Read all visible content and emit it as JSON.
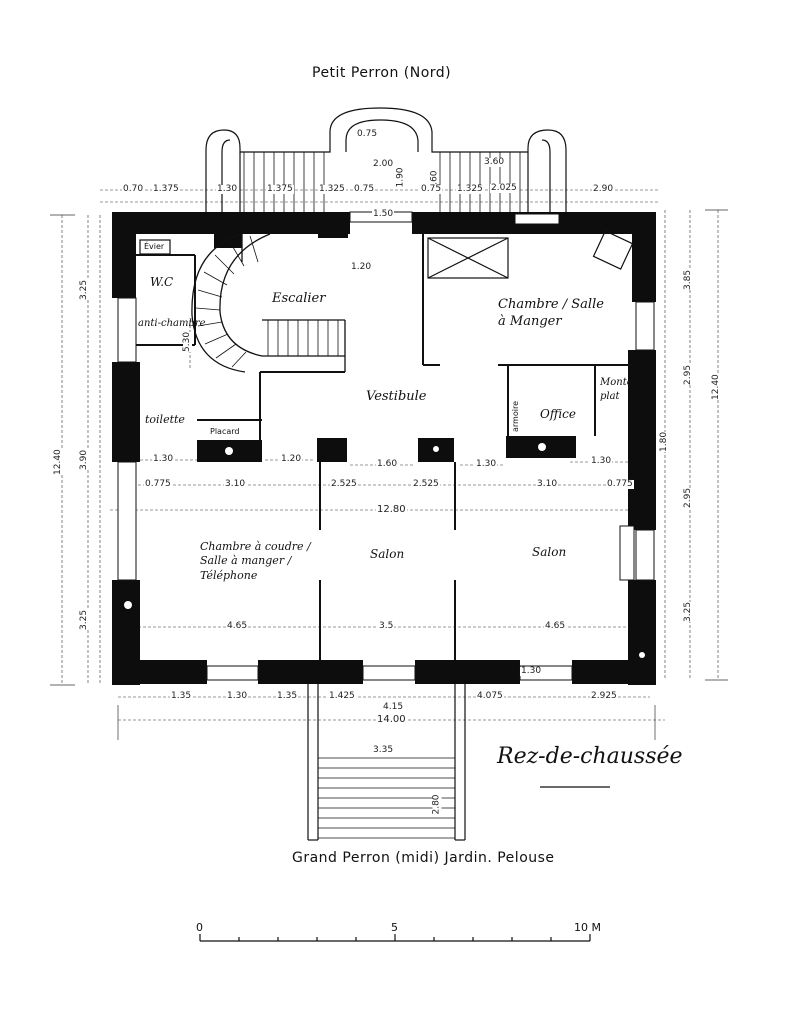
{
  "plan": {
    "north_label": "Petit Perron (Nord)",
    "south_label": "Grand Perron (midi) Jardin. Pelouse",
    "level_label": "Rez-de-chaussée",
    "scale": {
      "ticks": [
        "0",
        "5",
        "10 M"
      ]
    }
  },
  "rooms": {
    "escalier": "Escalier",
    "vestibule": "Vestibule",
    "chambre_salle": "Chambre / Salle à Manger",
    "wc": "W.C",
    "anti_chambre": "anti-chambre",
    "evier": "Évier",
    "toilette": "toilette",
    "placard": "Placard",
    "armoire": "armoire",
    "office": "Office",
    "monte_plat": "Monte plat",
    "salon_center": "Salon",
    "salon_right": "Salon",
    "chambre_left": "Chambre à coudre / Salle à manger / Téléphone"
  },
  "dimensions": {
    "top_row": [
      "0.70",
      "1.375",
      "1.30",
      "1.375",
      "1.325",
      "0.75",
      "2.00",
      "0.75",
      "1.325",
      "2.90"
    ],
    "width_total": "12.80",
    "bottom_total": "14.00",
    "mid_row": [
      "0.775",
      "3.10",
      "2.525",
      "2.525",
      "3.10",
      "0.775"
    ],
    "salon_row": [
      "4.65",
      "3.5",
      "4.65"
    ],
    "openings": [
      "1.30",
      "1.20",
      "1.60",
      "1.30",
      "1.30"
    ],
    "bottom_row": [
      "1.35",
      "1.30",
      "1.35",
      "1.425",
      "4.075",
      "2.925"
    ],
    "height_left": [
      "3.25",
      "3.90",
      "3.25"
    ],
    "height_total": "12.40",
    "height_right": [
      "3.85",
      "2.95",
      "2.95",
      "3.25"
    ],
    "stair_width": "3.35",
    "stair_depth": "2.80",
    "north_stair": [
      "1.50",
      "1.90",
      "0.75",
      "1.60",
      "3.60",
      "2.025"
    ],
    "misc": [
      "1.20",
      "5.30",
      "1.80",
      "1.30",
      "4.15"
    ]
  }
}
